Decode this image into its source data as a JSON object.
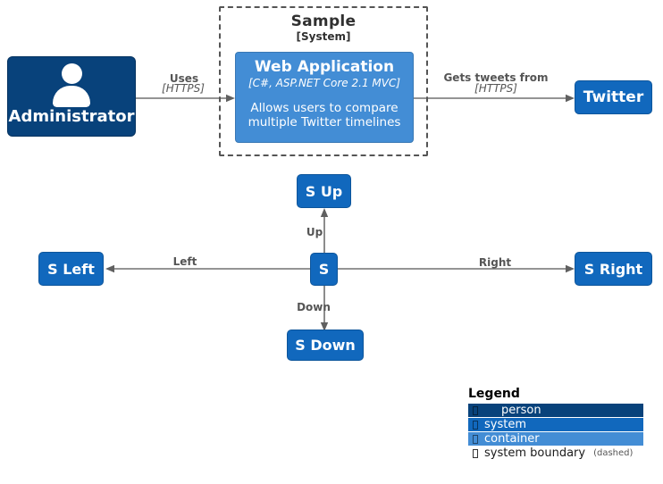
{
  "colors": {
    "person": "#08427b",
    "system": "#1168bd",
    "container": "#438dd5",
    "relationship_line": "#707070",
    "relationship_text": "#555555",
    "boundary_border": "#555555"
  },
  "boundary": {
    "title": "Sample",
    "subtitle": "[System]"
  },
  "nodes": {
    "administrator": {
      "label": "Administrator",
      "type": "person"
    },
    "web_application": {
      "title": "Web Application",
      "technology": "[C#, ASP.NET Core 2.1 MVC]",
      "description": "Allows users to compare multiple Twitter timelines",
      "type": "container"
    },
    "twitter": {
      "label": "Twitter",
      "type": "system"
    },
    "s_up": {
      "label": "S Up"
    },
    "s_left": {
      "label": "S Left"
    },
    "s_center": {
      "label": "S"
    },
    "s_right": {
      "label": "S Right"
    },
    "s_down": {
      "label": "S Down"
    }
  },
  "relationships": {
    "uses": {
      "label": "Uses",
      "technology": "[HTTPS]"
    },
    "gets_tweets": {
      "label": "Gets tweets from",
      "technology": "[HTTPS]"
    },
    "up": {
      "label": "Up"
    },
    "down": {
      "label": "Down"
    },
    "left": {
      "label": "Left"
    },
    "right": {
      "label": "Right"
    }
  },
  "legend": {
    "title": "Legend",
    "rows": [
      {
        "label": "person",
        "type": "person"
      },
      {
        "label": "system",
        "type": "system"
      },
      {
        "label": "container",
        "type": "container"
      },
      {
        "label": "system boundary",
        "suffix": "(dashed)",
        "type": "boundary"
      }
    ]
  }
}
